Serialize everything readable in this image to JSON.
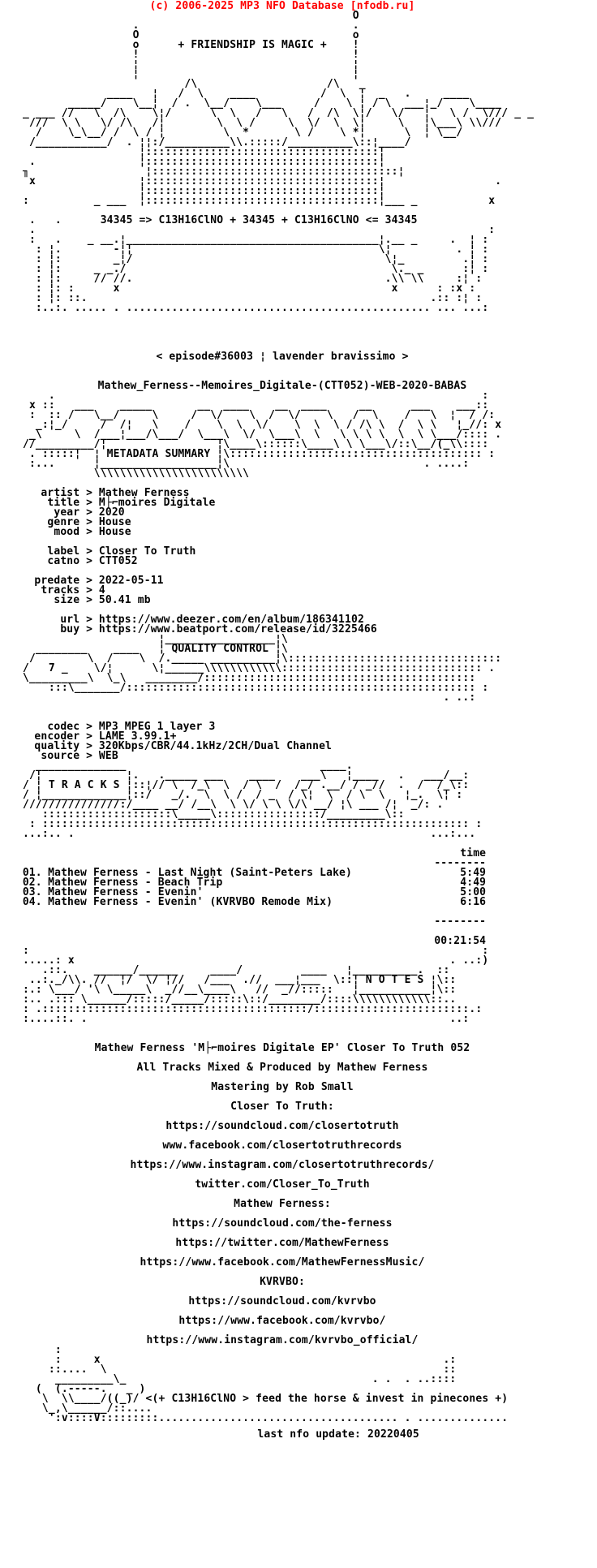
{
  "colors": {
    "background": "#ffffff",
    "text": "#000000",
    "copyright_red": "#ff0000"
  },
  "header": {
    "copyright": "(c) 2006-2025 MP3 NFO Database [nfodb.ru]"
  },
  "intro": {
    "motto": "+ FRIENDSHIP IS MAGIC +",
    "formula": "34345 => C13H16ClNO + 34345 + C13H16ClNO <= 34345",
    "episode": "< episode#36003 ¦ lavender bravissimo >",
    "release_name": "Mathew_Ferness--Memoires_Digitale-(CTT052)-WEB-2020-BABAS"
  },
  "art": {
    "top": [
      "                                                    O",
      "                  .                                 .",
      "                  O                                 o",
      "                  o      + FRIENDSHIP IS MAGIC +    !",
      "                  !                                 !",
      "                  ¦                                 ¦",
      "                  ¦                                 ¦",
      "                          /\\                    /\\   _",
      "              ____   ¦   /  \\    ____          /  \\  ¦  _   .     ____",
      "        _____/    \\__¦  / .  \\__/    \\___     /    \\ ¦ / \\  ___¦_/    \\____",
      " _ ___ //   \\  /\\    \\¦/      \\  \\   /   \\   /  /\\  \\¦/   \\/   ¦   \\ /  \\/// _ _",
      "  ///  \\ \\   \\/ /\\   /¦        \\  \\ /     \\  \\/  \\  \\¦     \\   ¦\\___\\ \\\\///",
      "   /    \\_\\__/ /  \\ / ¦         \\  *       \\ /    \\ *¦      \\  ¦ \\__/",
      "  /___________/  . ¦¦:/__________\\\\.:::::/__________\\::¦____/",
      "                   ¦::::::::::::::::::::::::::::::::::::¦",
      "  .                ¦::::::::::::::::::::::::::::::::::::¦",
      " ╖                  ¦::::::::::::::::::::::::::::::::::::::¦",
      "  x                ¦::::::::::::::::::::::::::::::::::::¦                 .",
      "                   ¦::::::::::::::::::::::::::::::::::::¦",
      " :          _ ___  ¦::::::::::::::::::::::::::::::::::::¦___ _           x",
      "",
      "  .   .      34345 => C13H16ClNO + 34345 + C13H16ClNO <= 34345",
      "  .                                                                      :",
      "  :   .    _ __.¦_______________________________________¦.__ _     .  ¦ :",
      "   : ¦.        -¦¦                                      \\¦          . ¦ :",
      "   : ¦:        _¦/                                       \\¦_         .¦ :",
      "   : ¦:     _ _./                                         \\._ _      :¦ :",
      "   : ¦:     // //.                                       .\\\\ \\\\     :¦ :",
      "   : ¦: :      x                                          x      : :x :",
      "   : ¦: ::.                                                     .:: :¦ :",
      "   :..:. ..... . ............................................... ... ...:"
    ],
    "metadata_banner": [
      "     .                                                                  :",
      "  x ::   ___    _____       __  ____    __  ____     __      ___    ___::",
      "  :  :: /   \\__/     \\     /  \\/    \\  /  \\/    \\   /  \\    /   \\  ¦  / /:",
      "   _:¦_/     /  /¦   \\    /    \\  \\  \\/    \\  \\  \\ / /\\ \\  /  \\ \\   ¦_//: x",
      "  _\\     \\  /___¦___/\\___/  \\___\\  \\/  \\___\\  \\   \\ \\ \\ \\  \\  \\ \\___/:::: .",
      " //_________/¦                 ¦\\____\\::::::\\____\\ \\ \\___\\/::\\__/(_\\\\::::",
      "  . :::::¦  ¦ METADATA SUMMARY ¦\\::::::::::::::::::::::::::::::::::::::: :",
      "  :...      ¦__________________¦\\                              . ....:",
      "            \\\\\\\\\\\\\\\\\\\\\\\\\\\\\\\\\\\\\\\\\\\\\\\\"
    ],
    "quality_banner": [
      "                      ¦_________________¦\\",
      "   ________    ____   ¦ QUALITY CONTROL ¦\\",
      "  /        \\  /    \\  /._____ __________¦\\:::::::::::::::::::::::::::::::::",
      " /   7 _    \\/¦      \\¦______\\\\\\\\\\\\\\\\\\\\\\\\::::::::::::::::::::::::::::::: .",
      " \\_________\\  \\_\\   ________/::::::::::::::::::::::::::::::::::::::::::",
      "     :::\\_______/:::::::::::::::::::::::::::::::::::::::::::::::::::::: :",
      "                                                                  . ..:"
    ],
    "tracks_banner": [
      "   ______________                              ____.",
      "  /¦             ¦.   ._____ ___    ____    ___\\   ¦____   .   ___/__:",
      " / ¦ T R A C K S ¦::¦// \\  /_\\  \\  / \\  /  /_/ .__/ / _//  .  /  /_\\::",
      " / ¦_____________¦::/   _/.  \\  \\ /  / _  / \\¦  \\  / \\  \\   ¦_.  \\¦ :",
      " ///////////////:/____ __/ /__\\  \\ \\/ \\ \\ \\/\\ __/ ¦\\ ___ /¦  _/: .",
      "    ::::::::::::::::::::\\_____\\::::::::::::::::/_________\\::",
      "  : :::::::::::::::::::::::::::::::::::::::::::::::::::::::::::::::::: :",
      " ...:.. .                                                       ...:..."
    ],
    "notes_banner": [
      " :                                                                      :",
      " .....: x                                                          . ..:)",
      "    .::.    ______/______     ____/         ____   ¦__________.  ::",
      "  ..:._/\\\\. //  ¦/  \\/ ¦//   /___  .//  ___¦___  \\::¦ N O T E S ¦\\::",
      " :.: \\___/ '\\ \\_____\\  _//__\\____\\   //  _//:::::   ¦___________¦\\::",
      " :.. .::: \\______/:::::/_____/:::::\\::/________/::::\\\\\\\\\\\\\\\\\\\\\\\\::..",
      " : .:::::::::::::::::::::::::::::::::::::::::/::::::::::::::::::::::::.:",
      " :....::. .                                                        ..:"
    ],
    "footer_horse": [
      "      :",
      "      :     x                                                     .:",
      "     ::....  \\                                                    ::",
      "      _________\\_                                      . .  . ..::::",
      "   (  (.-----.   _ )",
      "    \\  \\\\____/((_)/ <(+ C13H16ClNO > feed the horse & invest in pinecones +)",
      "    \\_,\\______/::....",
      "     ':v::::V:::::::::..................................... . .............."
    ]
  },
  "metadata": {
    "title": "METADATA SUMMARY",
    "sep": ">",
    "groups": [
      [
        {
          "label": "artist",
          "value": "Mathew Ferness"
        },
        {
          "label": "title",
          "value": "M├⌐moires Digitale"
        },
        {
          "label": "year",
          "value": "2020"
        },
        {
          "label": "genre",
          "value": "House"
        },
        {
          "label": "mood",
          "value": "House"
        }
      ],
      [
        {
          "label": "label",
          "value": "Closer To Truth"
        },
        {
          "label": "catno",
          "value": "CTT052"
        }
      ],
      [
        {
          "label": "predate",
          "value": "2022-05-11"
        },
        {
          "label": "tracks",
          "value": "4"
        },
        {
          "label": "size",
          "value": "50.41 mb"
        }
      ],
      [
        {
          "label": "url",
          "value": "https://www.deezer.com/en/album/186341102"
        },
        {
          "label": "buy",
          "value": "https://www.beatport.com/release/id/3225466"
        }
      ]
    ]
  },
  "quality": {
    "title": "QUALITY CONTROL",
    "sep": ">",
    "fields": [
      {
        "label": "codec",
        "value": "MP3 MPEG 1 layer 3"
      },
      {
        "label": "encoder",
        "value": "LAME 3.99.1+"
      },
      {
        "label": "quality",
        "value": "320Kbps/CBR/44.1kHz/2CH/Dual Channel"
      },
      {
        "label": "source",
        "value": "WEB"
      }
    ]
  },
  "tracks": {
    "title": "T R A C K S",
    "time_header": "time",
    "rule": "--------",
    "items": [
      {
        "no": "01.",
        "title": "Mathew Ferness - Last Night (Saint-Peters Lake)",
        "time": "5:49"
      },
      {
        "no": "02.",
        "title": "Mathew Ferness - Beach Trip",
        "time": "4:49"
      },
      {
        "no": "03.",
        "title": "Mathew Ferness - Evenin'",
        "time": "5:00"
      },
      {
        "no": "04.",
        "title": "Mathew Ferness - Evenin' (KVRVBO Remode Mix)",
        "time": "6:16"
      }
    ],
    "total": "00:21:54"
  },
  "notes": {
    "title": "N O T E S",
    "lines": [
      "Mathew Ferness 'M├⌐moires Digitale EP' Closer To Truth 052",
      "All Tracks Mixed & Produced by Mathew Ferness",
      "Mastering by Rob Small",
      "Closer To Truth:",
      "https://soundcloud.com/closertotruth",
      "www.facebook.com/closertotruthrecords",
      "https://www.instagram.com/closertotruthrecords/",
      "twitter.com/Closer_To_Truth",
      "Mathew Ferness:",
      "https://soundcloud.com/the-ferness",
      "https://twitter.com/MathewFerness",
      "https://www.facebook.com/MathewFernessMusic/",
      "KVRVBO:",
      "https://soundcloud.com/kvrvbo",
      "https://www.facebook.com/kvrvbo/",
      "https://www.instagram.com/kvrvbo_official/"
    ]
  },
  "footer": {
    "horse_caption": "<(+ C13H16ClNO > feed the horse & invest in pinecones +)",
    "last_update": "last nfo update: 20220405"
  }
}
